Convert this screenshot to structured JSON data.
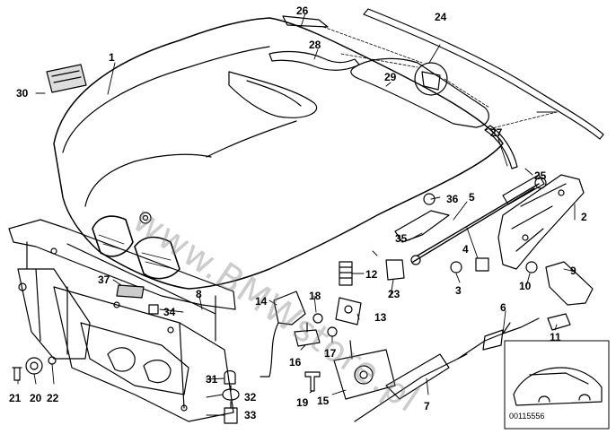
{
  "diagram": {
    "watermark": "www.BMWstore.pl",
    "image_code": "00115556",
    "parts": [
      {
        "id": "p1",
        "label": "1"
      },
      {
        "id": "p2",
        "label": "2"
      },
      {
        "id": "p3",
        "label": "3"
      },
      {
        "id": "p4",
        "label": "4"
      },
      {
        "id": "p5",
        "label": "5"
      },
      {
        "id": "p6",
        "label": "6"
      },
      {
        "id": "p7",
        "label": "7"
      },
      {
        "id": "p8",
        "label": "8"
      },
      {
        "id": "p9",
        "label": "9"
      },
      {
        "id": "p10",
        "label": "10"
      },
      {
        "id": "p11",
        "label": "11"
      },
      {
        "id": "p12",
        "label": "12"
      },
      {
        "id": "p13",
        "label": "13"
      },
      {
        "id": "p14",
        "label": "14"
      },
      {
        "id": "p15",
        "label": "15"
      },
      {
        "id": "p16",
        "label": "16"
      },
      {
        "id": "p17",
        "label": "17"
      },
      {
        "id": "p18",
        "label": "18"
      },
      {
        "id": "p19",
        "label": "19"
      },
      {
        "id": "p20",
        "label": "20"
      },
      {
        "id": "p21",
        "label": "21"
      },
      {
        "id": "p22",
        "label": "22"
      },
      {
        "id": "p23",
        "label": "23"
      },
      {
        "id": "p24",
        "label": "24"
      },
      {
        "id": "p25",
        "label": "25"
      },
      {
        "id": "p26",
        "label": "26"
      },
      {
        "id": "p27",
        "label": "27"
      },
      {
        "id": "p28",
        "label": "28"
      },
      {
        "id": "p29",
        "label": "29"
      },
      {
        "id": "p30",
        "label": "30"
      },
      {
        "id": "p31",
        "label": "31"
      },
      {
        "id": "p32",
        "label": "32"
      },
      {
        "id": "p33",
        "label": "33"
      },
      {
        "id": "p34",
        "label": "34"
      },
      {
        "id": "p35",
        "label": "35"
      },
      {
        "id": "p36",
        "label": "36"
      },
      {
        "id": "p37",
        "label": "37"
      }
    ]
  }
}
